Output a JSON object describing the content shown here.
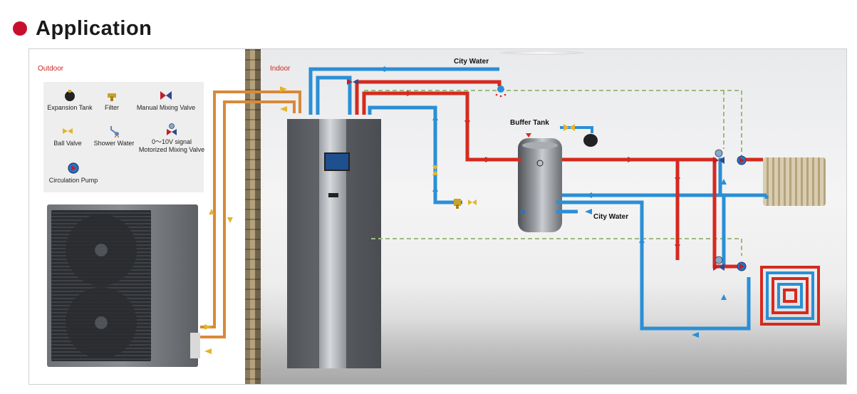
{
  "heading": "Application",
  "diagram": {
    "outdoor_label": "Outdoor",
    "indoor_label": "Indoor",
    "city_water_top": "City Water",
    "city_water_tank": "City Water",
    "buffer_tank_label": "Buffer Tank"
  },
  "legend": {
    "expansion_tank": "Expansion Tank",
    "filter": "Filter",
    "manual_mixing_valve": "Manual Mixing Valve",
    "ball_valve": "Ball Valve",
    "shower_water": "Shower Water",
    "motorized_line1": "0～10V signal",
    "motorized_line2": "Motorized Mixing Valve",
    "circulation_pump": "Circulation Pump"
  },
  "colors": {
    "hot_pipe": "#d52a1f",
    "cold_pipe": "#2a8fd6",
    "refrigerant_pipe": "#d8893a",
    "signal_line": "#9dba7c",
    "accent": "#c8102e"
  }
}
